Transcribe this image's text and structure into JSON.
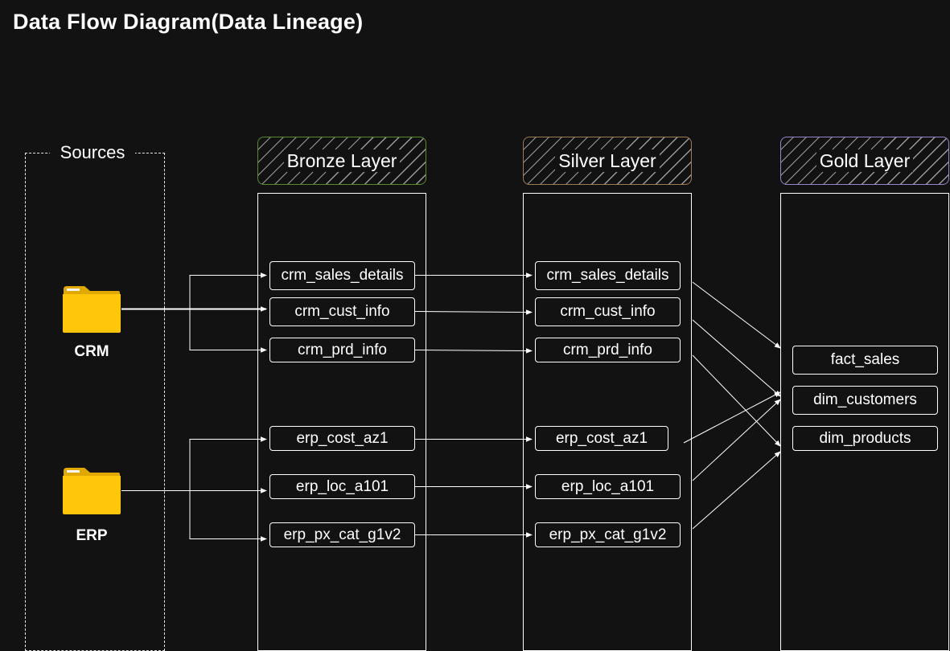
{
  "title": "Data Flow Diagram(Data Lineage)",
  "sources": {
    "label": "Sources",
    "systems": [
      {
        "id": "crm",
        "label": "CRM"
      },
      {
        "id": "erp",
        "label": "ERP"
      }
    ]
  },
  "layers": {
    "bronze": {
      "title": "Bronze Layer",
      "tables": [
        "crm_sales_details",
        "crm_cust_info",
        "crm_prd_info",
        "erp_cost_az1",
        "erp_loc_a101",
        "erp_px_cat_g1v2"
      ]
    },
    "silver": {
      "title": "Silver Layer",
      "tables": [
        "crm_sales_details",
        "crm_cust_info",
        "crm_prd_info",
        "erp_cost_az1",
        "erp_loc_a101",
        "erp_px_cat_g1v2"
      ]
    },
    "gold": {
      "title": "Gold Layer",
      "tables": [
        "fact_sales",
        "dim_customers",
        "dim_products"
      ]
    }
  },
  "colors": {
    "background": "#121212",
    "text": "#ffffff",
    "bronze_border": "#5c8a2a",
    "silver_border": "#a07a52",
    "gold_border": "#9a84c8",
    "folder": "#ffc60a"
  },
  "icons": {
    "source_system": "folder-icon"
  }
}
